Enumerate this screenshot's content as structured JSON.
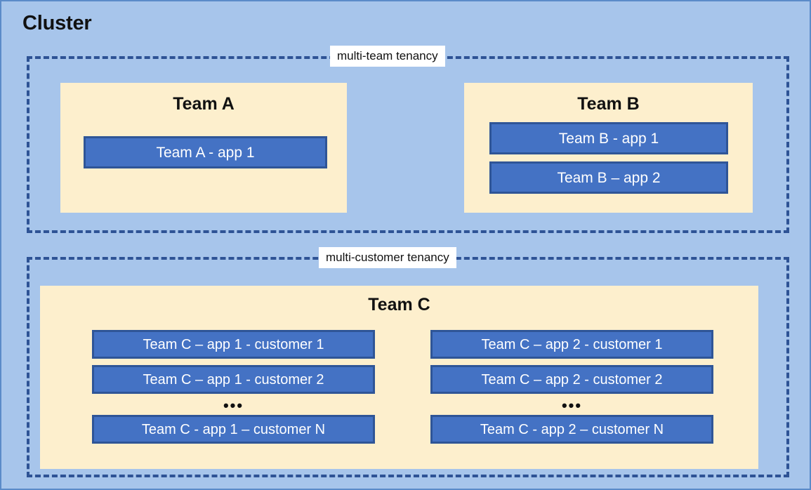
{
  "cluster": {
    "title": "Cluster",
    "background_color": "#A7C5EB",
    "border_color": "#5B8BC9"
  },
  "zones": {
    "multi_team": {
      "label": "multi-team tenancy",
      "border_color": "#2E5395",
      "label_background": "#FFFFFF"
    },
    "multi_customer": {
      "label": "multi-customer tenancy",
      "border_color": "#2E5395",
      "label_background": "#FFFFFF"
    }
  },
  "teams": {
    "team_a": {
      "title": "Team A",
      "box_color": "#FDEFCD",
      "apps": [
        {
          "label": "Team A - app 1"
        }
      ]
    },
    "team_b": {
      "title": "Team B",
      "box_color": "#FDEFCD",
      "apps": [
        {
          "label": "Team B - app 1"
        },
        {
          "label": "Team B – app 2"
        }
      ]
    },
    "team_c": {
      "title": "Team C",
      "box_color": "#FDEFCD",
      "columns": [
        {
          "name": "app-1-column",
          "apps": [
            {
              "label": "Team C – app 1 - customer 1"
            },
            {
              "label": "Team C – app 1 - customer 2"
            }
          ],
          "ellipsis": "•••",
          "last_app": {
            "label": "Team C - app 1 – customer N"
          }
        },
        {
          "name": "app-2-column",
          "apps": [
            {
              "label": "Team C – app 2 - customer 1"
            },
            {
              "label": "Team C – app 2 - customer 2"
            }
          ],
          "ellipsis": "•••",
          "last_app": {
            "label": "Team C - app 2 – customer N"
          }
        }
      ]
    }
  },
  "app_box_style": {
    "fill": "#4472C4",
    "border": "#2F5597",
    "text_color": "#FFFFFF"
  }
}
